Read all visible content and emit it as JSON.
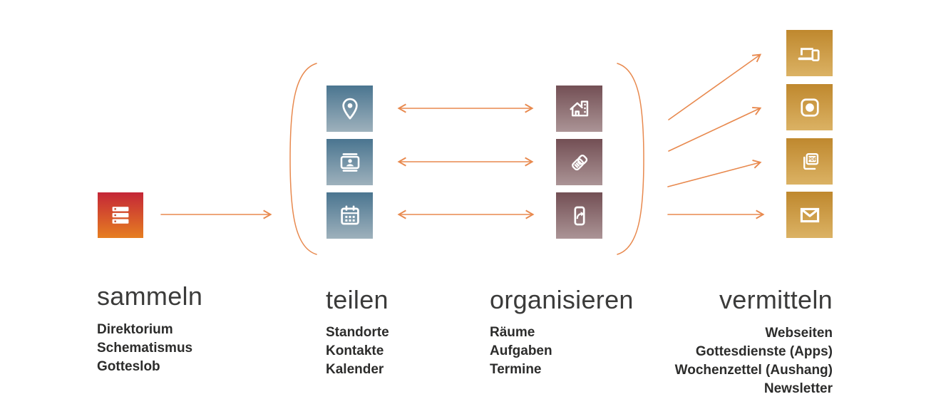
{
  "stages": [
    {
      "title": "sammeln",
      "items": [
        "Direktorium",
        "Schematismus",
        "Gotteslob"
      ],
      "icons": [
        "server-list-icon"
      ]
    },
    {
      "title": "teilen",
      "items": [
        "Standorte",
        "Kontakte",
        "Kalender"
      ],
      "icons": [
        "location-pin-icon",
        "contact-card-icon",
        "calendar-icon"
      ]
    },
    {
      "title": "organisieren",
      "items": [
        "Räume",
        "Aufgaben",
        "Termine"
      ],
      "icons": [
        "home-building-icon",
        "handshake-icon",
        "phone-share-icon"
      ]
    },
    {
      "title": "vermitteln",
      "items": [
        "Webseiten",
        "Gottesdienste (Apps)",
        "Wochenzettel (Aushang)",
        "Newsletter"
      ],
      "icons": [
        "devices-icon",
        "camera-icon",
        "pdf-icon",
        "envelope-icon"
      ]
    }
  ],
  "pdf_label": "PDF",
  "colors": {
    "arrow": "#E8894E",
    "heading": "#3B3B3A",
    "text": "#2C2C2B",
    "red-top": "#C42637",
    "red-bottom": "#E67E21",
    "blue-top": "#4A7590",
    "blue-bottom": "#9EB1BC",
    "mauve-top": "#734F54",
    "mauve-bottom": "#AB9496",
    "gold-top": "#BF882E",
    "gold-bottom": "#DBB264"
  }
}
